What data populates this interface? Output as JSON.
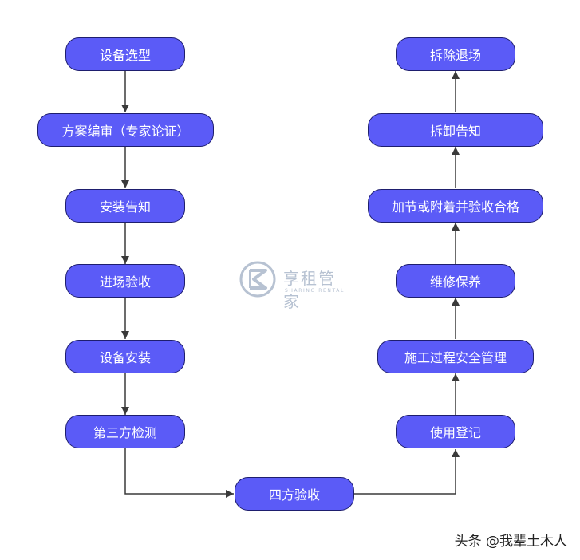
{
  "colors": {
    "node_fill": "#5b5bf7",
    "node_border": "#1e1e6e",
    "node_text": "#ffffff",
    "arrow": "#3a3a3a",
    "watermark": "#b7c2d2"
  },
  "flow": {
    "left_column": [
      "设备选型",
      "方案编审（专家论证）",
      "安装告知",
      "进场验收",
      "设备安装",
      "第三方检测"
    ],
    "bottom": "四方验收",
    "right_column": [
      "使用登记",
      "施工过程安全管理",
      "维修保养",
      "加节或附着并验收合格",
      "拆卸告知",
      "拆除退场"
    ]
  },
  "watermark": {
    "name": "享租管家",
    "subtitle": "SHARING RENTAL",
    "logo_icon": "hourglass-z-logo-icon"
  },
  "credit": "头条 @我辈土木人"
}
